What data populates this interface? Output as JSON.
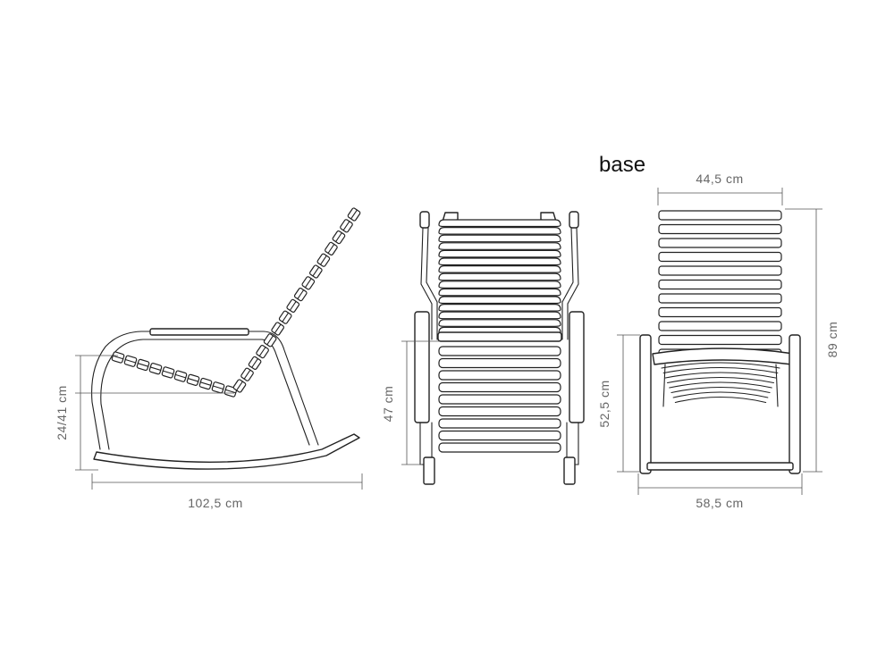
{
  "header": {
    "title": "base"
  },
  "dimensions": {
    "side_length": "102,5 cm",
    "side_seat_height": "24/41 cm",
    "front_seat_height": "47 cm",
    "back_width_top": "44,5 cm",
    "back_width_bottom": "58,5 cm",
    "back_total_height": "89 cm",
    "back_arm_height": "52,5 cm"
  },
  "colors": {
    "line": "#222222",
    "dimension": "#666666",
    "background": "#ffffff"
  }
}
